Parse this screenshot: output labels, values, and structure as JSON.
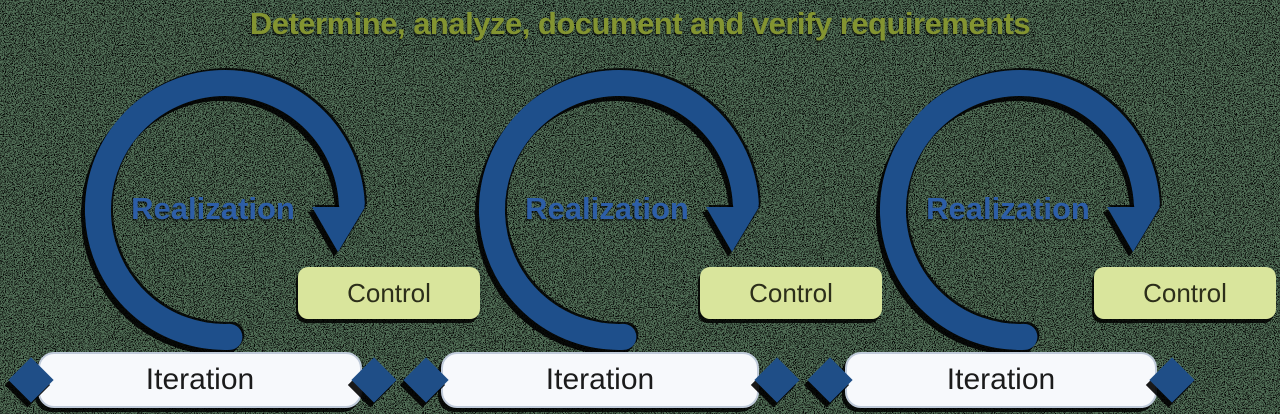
{
  "title": "Determine, analyze, document and verify requirements",
  "cycles": [
    {
      "realization": "Realization",
      "control": "Control",
      "iteration": "Iteration"
    },
    {
      "realization": "Realization",
      "control": "Control",
      "iteration": "Iteration"
    },
    {
      "realization": "Realization",
      "control": "Control",
      "iteration": "Iteration"
    }
  ],
  "icons": {
    "cycle_arrow": "clockwise-loop-arrow-icon",
    "connector": "diamond-connector-icon"
  },
  "colors": {
    "background_green": "#4f6b54",
    "dither_black": "#000000",
    "arrow_blue": "#1e4f8b",
    "realization_text_blue": "#2d5ea7",
    "title_olive": "#839431",
    "control_fill": "#d9e59c",
    "iteration_fill": "#f7f9fc",
    "iteration_border": "#bfcad9",
    "diamond_blue": "#1f4e87"
  }
}
